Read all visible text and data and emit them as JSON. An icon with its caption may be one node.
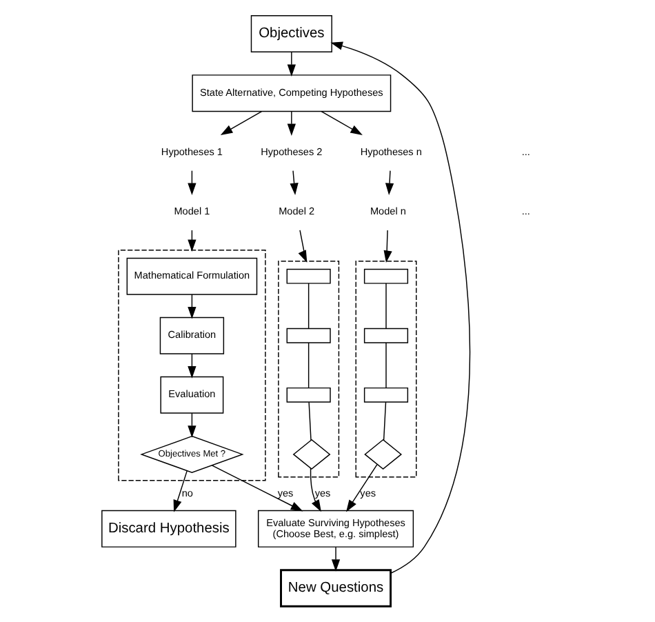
{
  "diagram": {
    "nodes": [
      {
        "text": [
          "Objectives"
        ]
      },
      {
        "text": [
          "State Alternative, Competing Hypotheses"
        ]
      },
      {
        "text": [
          "Hypotheses 1"
        ]
      },
      {
        "text": [
          "Hypotheses 2"
        ]
      },
      {
        "text": [
          "Hypotheses n"
        ]
      },
      {
        "text": [
          "Model 1"
        ]
      },
      {
        "text": [
          "Model 2"
        ]
      },
      {
        "text": [
          "Model n"
        ]
      },
      {
        "text": [],
        "shape": "box"
      },
      {
        "text": [
          "Mathematical Formulation"
        ],
        "in": 8
      },
      {
        "text": [
          "Calibration"
        ],
        "in": 8
      },
      {
        "text": [
          "Evaluation"
        ],
        "in": 8
      },
      {
        "text": [
          "Objectives Met ?"
        ],
        "in": 8
      },
      {
        "text": [],
        "shape": "box"
      },
      {
        "text": [],
        "shape": "box",
        "in": 13
      },
      {
        "text": [],
        "shape": "box",
        "in": 13
      },
      {
        "text": [],
        "shape": "box",
        "in": 13
      },
      {
        "text": [],
        "shape": "diamond",
        "in": 13
      },
      {
        "text": [],
        "shape": "box"
      },
      {
        "text": [],
        "shape": "box",
        "in": 18
      },
      {
        "text": [],
        "shape": "box",
        "in": 18
      },
      {
        "text": [],
        "shape": "box",
        "in": 18
      },
      {
        "text": [],
        "shape": "diamond",
        "in": 18
      },
      {
        "text": [
          "Evaluate Surviving Hypotheses",
          "(Choose Best, e.g. simplest)"
        ]
      },
      {
        "text": [
          "Discard Hypothesis"
        ]
      },
      {
        "text": [
          "New Questions"
        ]
      }
    ],
    "edges": [
      {
        "from": 0,
        "to": 1,
        "arrow": "to"
      },
      {
        "from": 1,
        "to": 2,
        "arrow": "to"
      },
      {
        "from": 1,
        "to": 3,
        "arrow": "to"
      },
      {
        "from": 1,
        "to": 4,
        "arrow": "to"
      },
      {
        "from": 2,
        "to": 5,
        "arrow": "to"
      },
      {
        "from": 3,
        "to": 6,
        "arrow": "to"
      },
      {
        "from": 4,
        "to": 7,
        "arrow": "to"
      },
      {
        "from": 5,
        "to": 8,
        "arrow": "to"
      },
      {
        "from": 6,
        "to": 13,
        "arrow": "to"
      },
      {
        "from": 7,
        "to": 18,
        "arrow": "to"
      },
      {
        "from": 9,
        "to": 10,
        "arrow": "to"
      },
      {
        "from": 10,
        "to": 11,
        "arrow": "to"
      },
      {
        "from": 11,
        "to": 12,
        "arrow": "to"
      },
      {
        "from": 14,
        "to": 15,
        "arrow": "none"
      },
      {
        "from": 15,
        "to": 16,
        "arrow": "none"
      },
      {
        "from": 16,
        "to": 17,
        "arrow": "none"
      },
      {
        "from": 19,
        "to": 20,
        "arrow": "none"
      },
      {
        "from": 20,
        "to": 21,
        "arrow": "none"
      },
      {
        "from": 21,
        "to": 22,
        "arrow": "none"
      },
      {
        "from": 12,
        "to": 23,
        "label": "yes",
        "arrow": "to"
      },
      {
        "from": 17,
        "to": 23,
        "label": "yes",
        "arrow": "to"
      },
      {
        "from": 22,
        "to": 23,
        "label": "yes",
        "arrow": "to"
      },
      {
        "from": 12,
        "to": 24,
        "label": "no",
        "arrow": "to"
      },
      {
        "from": 23,
        "to": 25,
        "arrow": "to"
      },
      {
        "from": 25,
        "to": 0,
        "arrow": "to"
      }
    ],
    "labels": [
      "...",
      "..."
    ]
  }
}
